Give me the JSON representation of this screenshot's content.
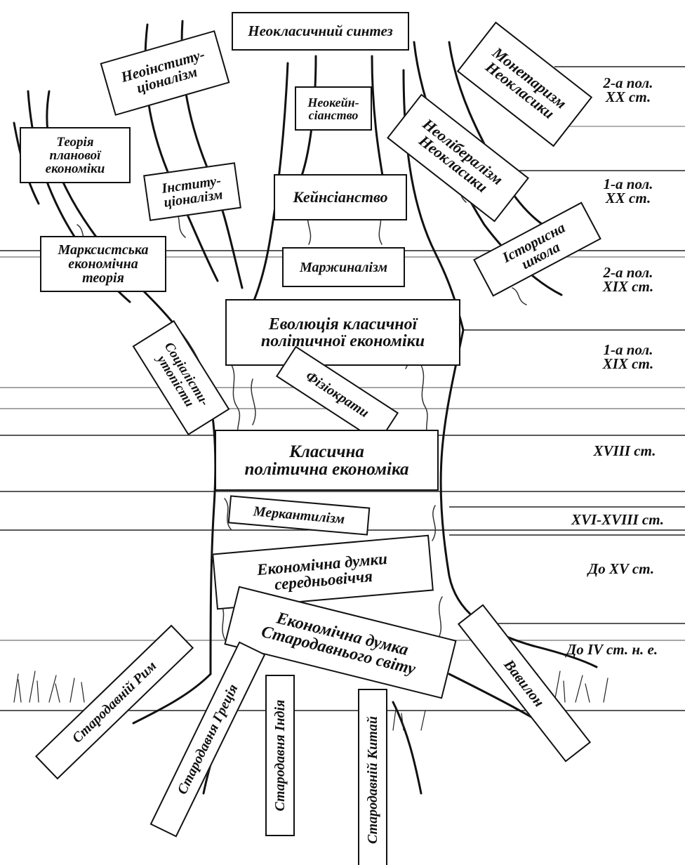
{
  "schools": {
    "neoclassical_synthesis": "Неокласичний синтез",
    "neoinstitutionalism": "Неоінститу-\nціоналізм",
    "monetarism": "Монетаризм\nНеокласики",
    "neokeynesianism": "Неокейн-\nсіанство",
    "neoliberalism": "Неолібералізм\nНеокласики",
    "planned_economy": "Теорія\nпланової\nекономіки",
    "institutionalism": "Інститу-\nціоналізм",
    "keynesianism": "Кейнсіанство",
    "historical_school": "Історисна\nшкола",
    "marxist": "Марксистська\nекономічна\nтеорія",
    "marginalism": "Маржиналізм",
    "evolution_classical": "Еволюція класичної\nполітичної економіки",
    "socialist_utopians": "Соціалісти-\nутопісти",
    "physiocrats": "Фізіократи",
    "classical_political_economy": "Класична\nполітична економіка",
    "mercantilism": "Меркантилізм",
    "medieval_thought": "Економічна думки\nсередньовіччя",
    "ancient_world": "Економічна думка\nСтародавнього світу",
    "ancient_rome": "Стародавній Рим",
    "ancient_greece": "Стародавня Греція",
    "ancient_india": "Стародавня Індія",
    "ancient_china": "Стародавній Китай",
    "babylon": "Вавилон"
  },
  "eras": {
    "late_20": "2-а пол.\nХХ ст.",
    "early_20": "1-а пол.\nХХ ст.",
    "late_19": "2-а пол.\nXIX ст.",
    "early_19": "1-а пол.\nXIX ст.",
    "c18": "XVIII ст.",
    "c16_18": "XVI-XVIII ст.",
    "before_15": "До XV ст.",
    "before_4": "До IV ст. н. е."
  }
}
